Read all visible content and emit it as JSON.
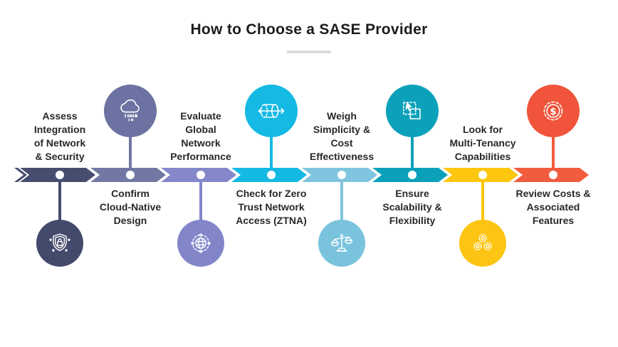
{
  "title": "How to Choose a SASE Provider",
  "steps": [
    {
      "label": "Assess\nIntegration\nof Network\n& Security",
      "color": "#474D6E",
      "circle_color": "#444A6C",
      "icon": "shield-lock-icon",
      "icon_position": "below-line",
      "label_position": "above-line"
    },
    {
      "label": "Confirm\nCloud-Native\nDesign",
      "color": "#7278A3",
      "circle_color": "#6C72A1",
      "icon": "cloud-data-icon",
      "icon_position": "above-line",
      "label_position": "below-line"
    },
    {
      "label": "Evaluate\nGlobal\nNetwork\nPerformance",
      "color": "#8487CA",
      "circle_color": "#8286C9",
      "icon": "globe-network-icon",
      "icon_position": "below-line",
      "label_position": "above-line"
    },
    {
      "label": "Check for Zero\nTrust Network\nAccess (ZTNA)",
      "color": "#14B9E4",
      "circle_color": "#14B9E4",
      "icon": "tunnel-arrows-icon",
      "icon_position": "above-line",
      "label_position": "below-line"
    },
    {
      "label": "Weigh\nSimplicity &\nCost\nEffectiveness",
      "color": "#7FC5DF",
      "circle_color": "#79C3DD",
      "icon": "balance-scales-icon",
      "icon_position": "below-line",
      "label_position": "above-line"
    },
    {
      "label": "Ensure\nScalability &\nFlexibility",
      "color": "#0BA1BA",
      "circle_color": "#0BA1BA",
      "icon": "resize-square-icon",
      "icon_position": "above-line",
      "label_position": "below-line"
    },
    {
      "label": "Look for\nMulti-Tenancy\nCapabilities",
      "color": "#FDC60F",
      "circle_color": "#FCC513",
      "icon": "three-gears-icon",
      "icon_position": "below-line",
      "label_position": "above-line"
    },
    {
      "label": "Review Costs &\nAssociated\nFeatures",
      "color": "#F15B3E",
      "circle_color": "#F0543A",
      "icon": "gear-dollar-icon",
      "icon_position": "above-line",
      "label_position": "below-line"
    }
  ],
  "glyphs": {
    "dollar": "$"
  }
}
